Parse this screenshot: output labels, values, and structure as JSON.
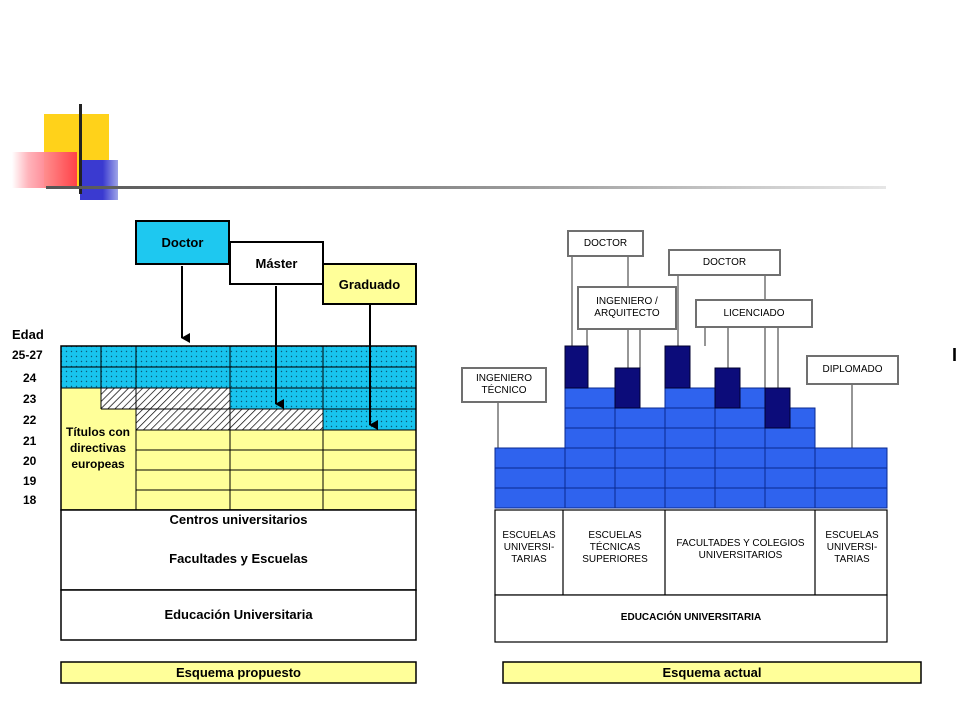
{
  "left": {
    "top_boxes": {
      "doctor": "Doctor",
      "master": "Máster",
      "graduado": "Graduado"
    },
    "age_header": "Edad",
    "ages": [
      "25-27",
      "24",
      "23",
      "22",
      "21",
      "20",
      "19",
      "18"
    ],
    "titulos": "Títulos con directivas europeas",
    "centros_title": "Centros universitarios",
    "centros_subtitle": "Facultades y Escuelas",
    "educacion": "Educación Universitaria",
    "caption": "Esquema propuesto",
    "colors": {
      "doctor": "#1ec8f0",
      "master": "#ffffff",
      "graduado": "#ffff99",
      "grid_yellow": "#ffff99",
      "grid_cyan": "#18c4ee"
    }
  },
  "right": {
    "doctor_left": "DOCTOR",
    "doctor_right": "DOCTOR",
    "ingeniero_arquitecto": "INGENIERO / ARQUITECTO",
    "licenciado": "LICENCIADO",
    "ingeniero_tecnico": "INGENIERO TÉCNICO",
    "diplomado": "DIPLOMADO",
    "centros": {
      "escuelas_univ_left": "ESCUELAS UNIVERSI- TARIAS",
      "escuelas_tecnicas": "ESCUELAS TÉCNICAS SUPERIORES",
      "facultades": "FACULTADES Y COLEGIOS UNIVERSITARIOS",
      "escuelas_univ_right": "ESCUELAS UNIVERSI- TARIAS"
    },
    "educacion": "EDUCACIÓN UNIVERSITARIA",
    "caption": "Esquema actual",
    "colors": {
      "blue": "#2f63ee",
      "dark_blue": "#0c0c7a"
    }
  },
  "edge_char": "I"
}
